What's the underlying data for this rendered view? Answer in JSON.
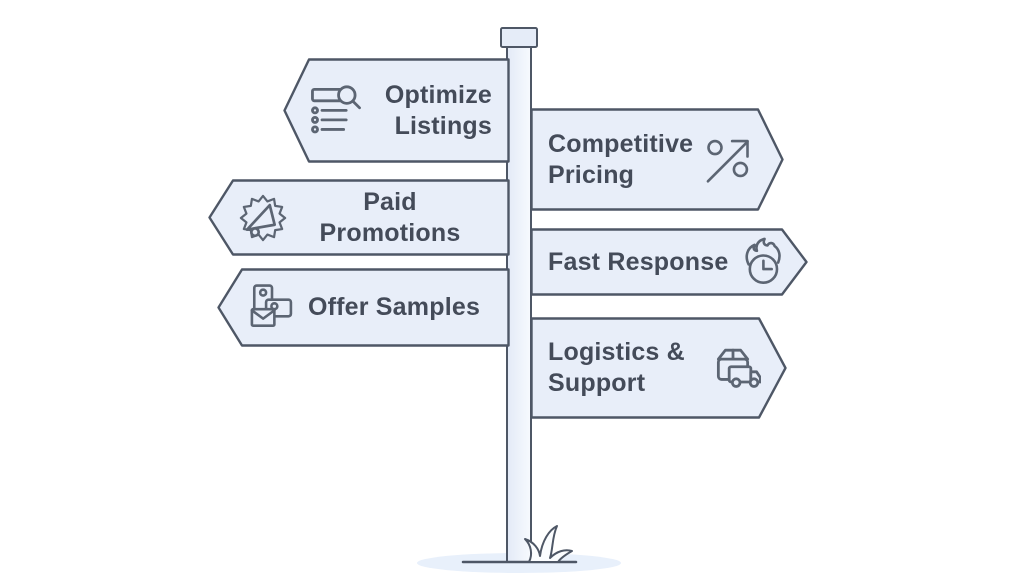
{
  "colors": {
    "background": "#ffffff",
    "sign_fill": "#e8eef9",
    "sign_border": "#4e5766",
    "text": "#444b59",
    "icon_stroke": "#5c6573",
    "pole_fill": "#e5ecf8",
    "pole_fill_light": "#f5f8fd",
    "shadow": "#e8f0fb"
  },
  "signs": [
    {
      "id": "optimize-listings",
      "direction": "left",
      "label": "Optimize Listings",
      "lines": [
        "Optimize",
        "Listings"
      ],
      "icon": "list-search-icon"
    },
    {
      "id": "competitive-pricing",
      "direction": "right",
      "label": "Competitive Pricing",
      "lines": [
        "Competitive",
        "Pricing"
      ],
      "icon": "percent-growth-arrow-icon"
    },
    {
      "id": "paid-promotions",
      "direction": "left",
      "label": "Paid Promotions",
      "lines": [
        "Paid Promotions"
      ],
      "icon": "megaphone-badge-icon"
    },
    {
      "id": "fast-response",
      "direction": "right",
      "label": "Fast Response",
      "lines": [
        "Fast Response"
      ],
      "icon": "flaming-clock-icon"
    },
    {
      "id": "offer-samples",
      "direction": "left",
      "label": "Offer Samples",
      "lines": [
        "Offer Samples"
      ],
      "icon": "samples-envelope-icon"
    },
    {
      "id": "logistics-support",
      "direction": "right",
      "label": "Logistics & Support",
      "lines": [
        "Logistics &",
        "Support"
      ],
      "icon": "package-truck-icon"
    }
  ]
}
